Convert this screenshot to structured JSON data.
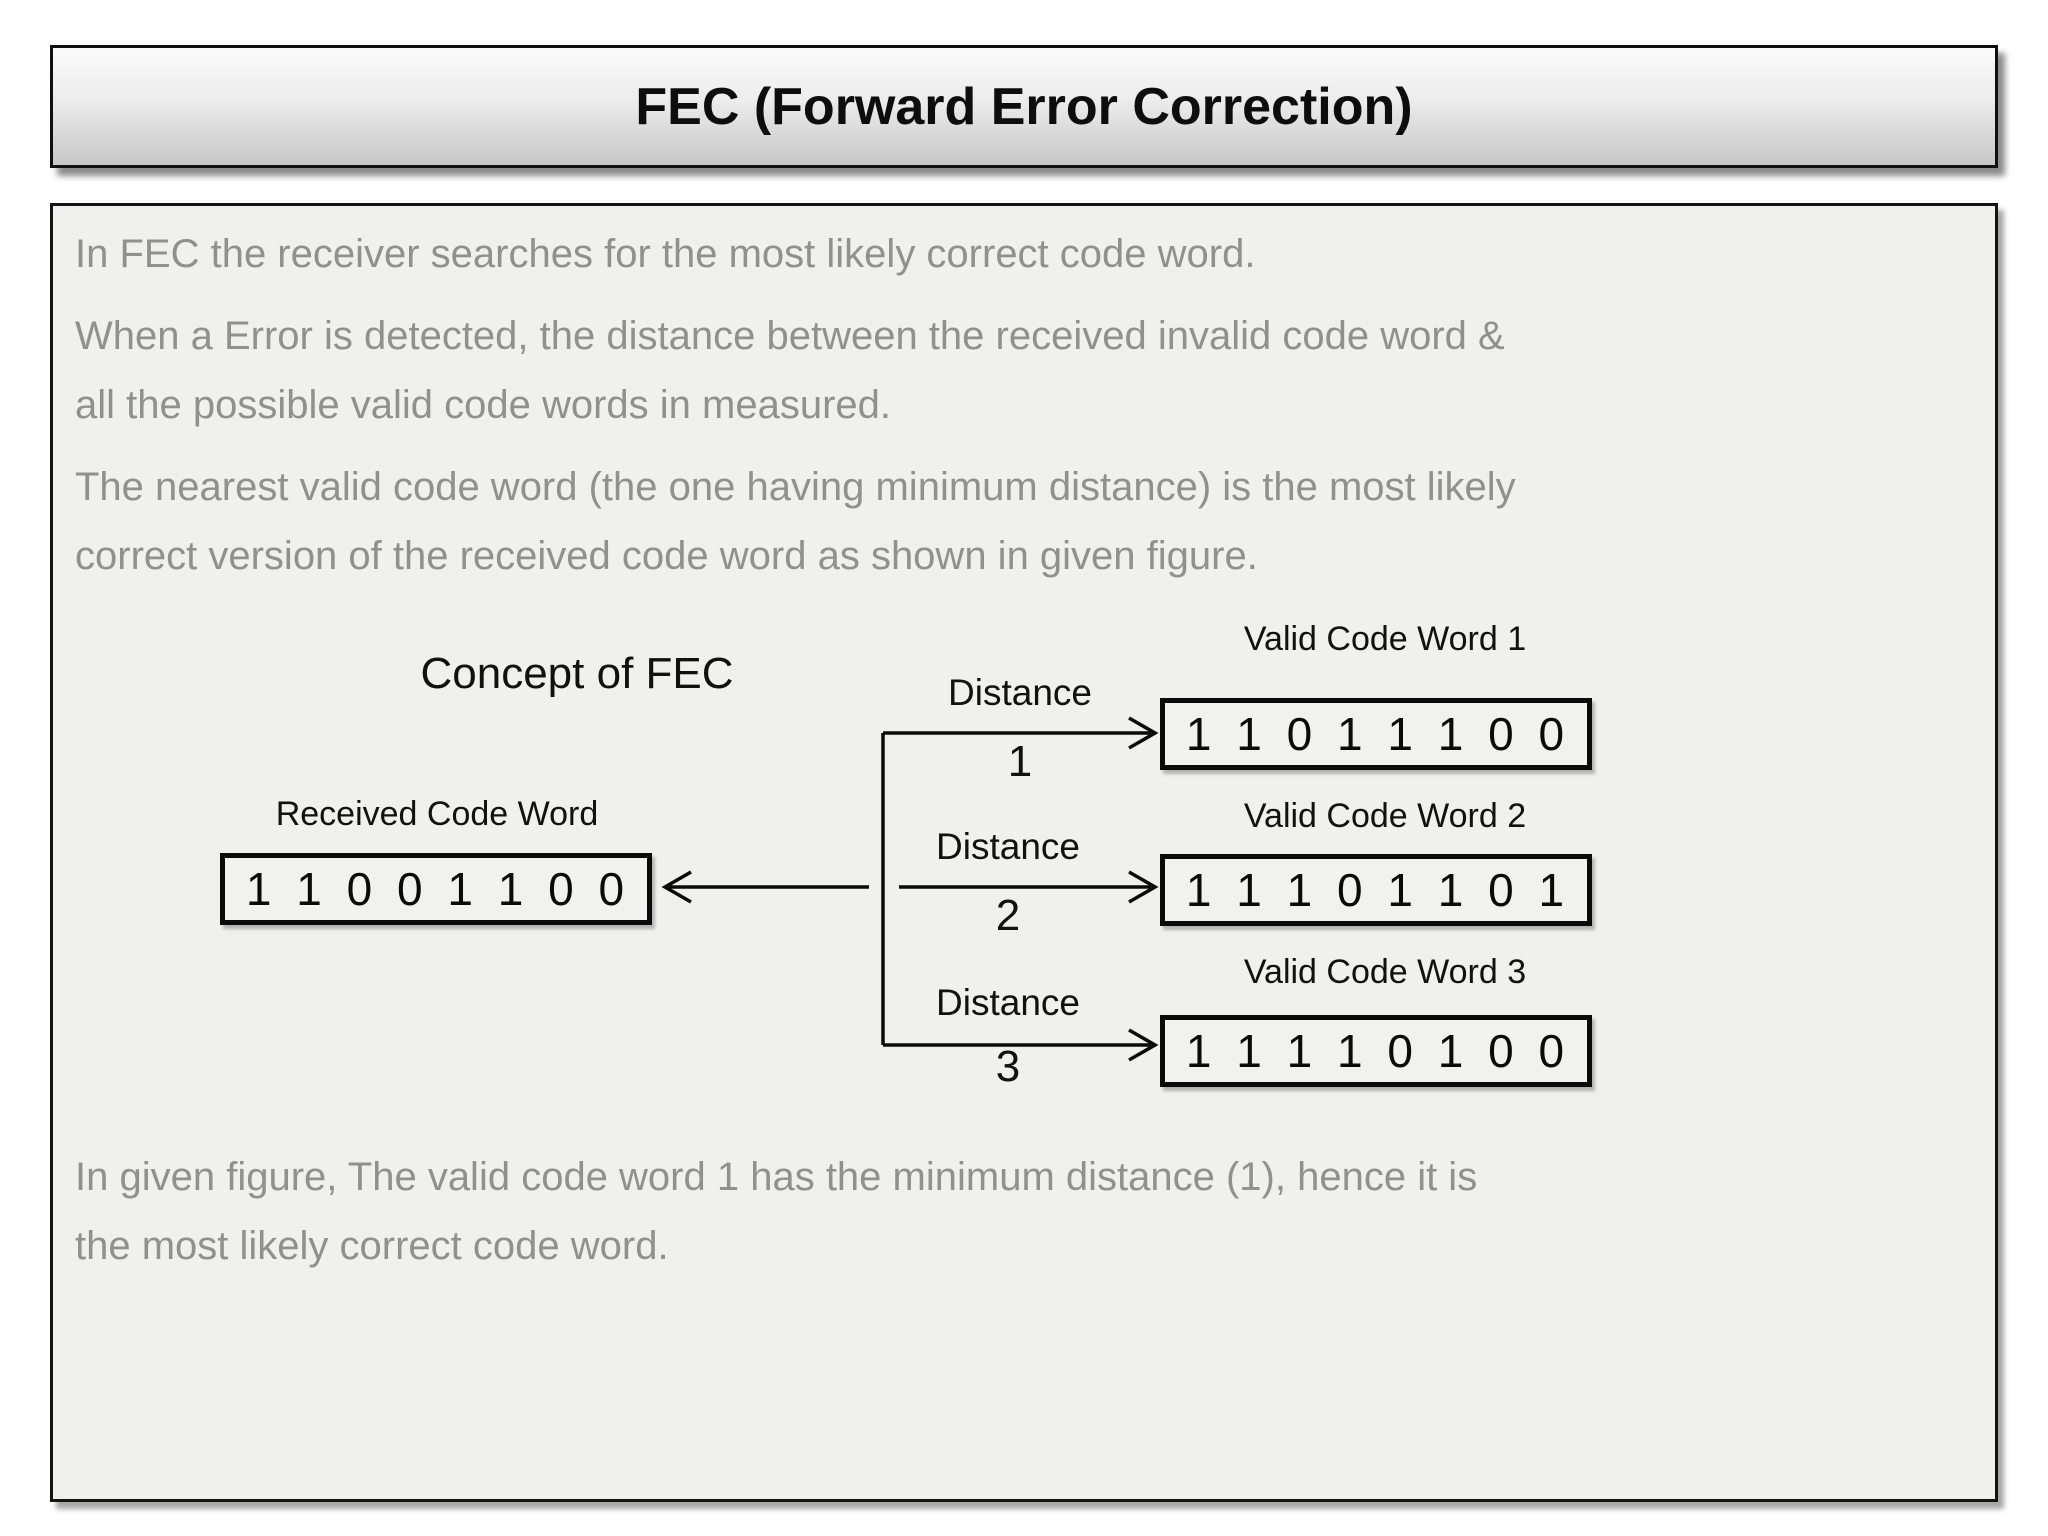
{
  "title": "FEC (Forward Error Correction)",
  "paragraphs": {
    "p1": [
      "In FEC the receiver searches for the most likely correct code word."
    ],
    "p2": [
      "When a Error is detected, the distance between the received invalid code word &",
      "all the possible valid code words in measured."
    ],
    "p3": [
      "The nearest valid code word (the one having minimum distance) is the most likely",
      "correct version of the received code word as shown in given figure."
    ],
    "footer": [
      "In given figure, The valid code word 1 has the minimum distance (1), hence it is",
      "the most likely correct code word."
    ]
  },
  "diagram": {
    "caption": "Concept of FEC",
    "received": {
      "label": "Received Code Word",
      "bits": "1 1 0 0 1 1 0 0"
    },
    "valid_words": [
      {
        "label": "Valid Code Word 1",
        "bits": "1 1 0 1 1 1 0 0",
        "distance_label": "Distance",
        "distance_value": "1"
      },
      {
        "label": "Valid Code Word 2",
        "bits": "1 1 1 0 1 1 0 1",
        "distance_label": "Distance",
        "distance_value": "2"
      },
      {
        "label": "Valid Code Word 3",
        "bits": "1 1 1 1 0 1 0 0",
        "distance_label": "Distance",
        "distance_value": "3"
      }
    ]
  },
  "colors": {
    "page_background": "#ffffff",
    "panel_background": "#f0f0ef",
    "body_text_gray": "#909090",
    "ink_black": "#0d0d0d",
    "titlebar_gradient_top": "#fbfbfb",
    "titlebar_gradient_bottom": "#c7c7c7"
  }
}
